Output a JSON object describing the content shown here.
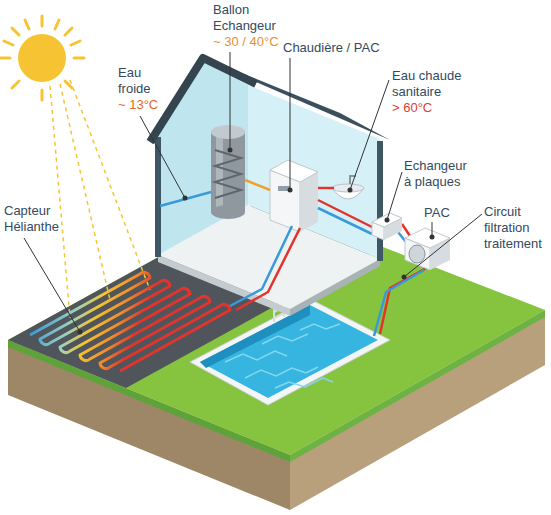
{
  "diagram": {
    "labels": [
      "Ballon Echangeur",
      "~ 30 / 40°C",
      "Eau froide",
      "~ 13°C",
      "Chaudière / PAC",
      "Eau chaude sanitaire",
      "> 60°C",
      "Echangeur à plaques",
      "PAC",
      "Circuit filtration traitement",
      "Capteur Hélianthe"
    ]
  }
}
